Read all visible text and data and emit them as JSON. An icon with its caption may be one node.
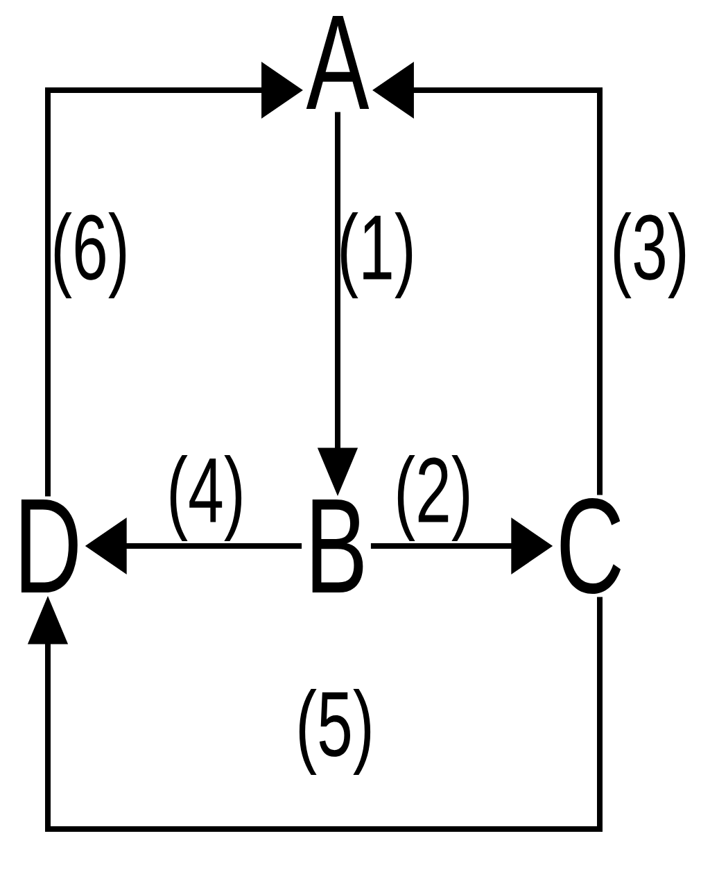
{
  "diagram": {
    "nodes": [
      {
        "text": [
          "A"
        ]
      },
      {
        "text": [
          "B"
        ]
      },
      {
        "text": [
          "C"
        ]
      },
      {
        "text": [
          "D"
        ]
      }
    ],
    "edges": [
      {
        "from": 0,
        "to": 1,
        "arrow": "to",
        "label": "(1)"
      },
      {
        "from": 1,
        "to": 2,
        "arrow": "to",
        "label": "(2)"
      },
      {
        "from": 2,
        "to": 0,
        "arrow": "to",
        "label": "(3)"
      },
      {
        "from": 1,
        "to": 3,
        "arrow": "to",
        "label": "(4)"
      },
      {
        "from": 2,
        "to": 3,
        "arrow": "to",
        "label": "(5)"
      },
      {
        "from": 3,
        "to": 0,
        "arrow": "to",
        "label": "(6)"
      }
    ]
  }
}
